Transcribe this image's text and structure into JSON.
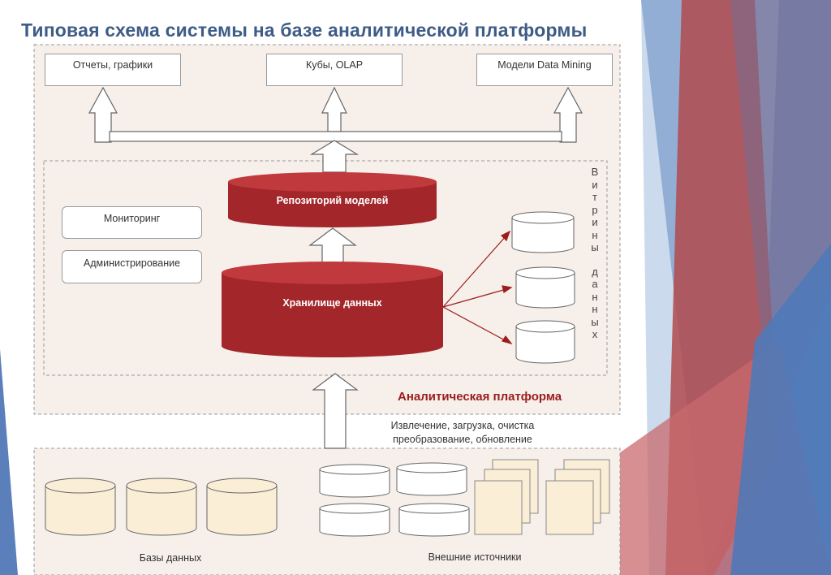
{
  "title": "Типовая схема системы на базе аналитической платформы",
  "outputs": {
    "reports": "Отчеты, графики",
    "cubes": "Кубы, OLAP",
    "data_mining": "Модели Data Mining"
  },
  "platform": {
    "repository": "Репозиторий моделей",
    "warehouse": "Хранилище данных",
    "monitoring": "Мониторинг",
    "administration": "Администрирование",
    "datamarts_word1": "Витрины",
    "datamarts_word2": "данных",
    "label": "Аналитическая платформа"
  },
  "etl": {
    "line1": "Извлечение, загрузка, очистка",
    "line2": "преобразование, обновление"
  },
  "sources": {
    "databases": "Базы данных",
    "external": "Внешние источники"
  },
  "colors": {
    "title": "#3d5c86",
    "accent_red": "#9b1d1d",
    "cylinder_red": "#a3262a",
    "panel_bg": "#f6efea",
    "cream": "#fbeed6"
  }
}
